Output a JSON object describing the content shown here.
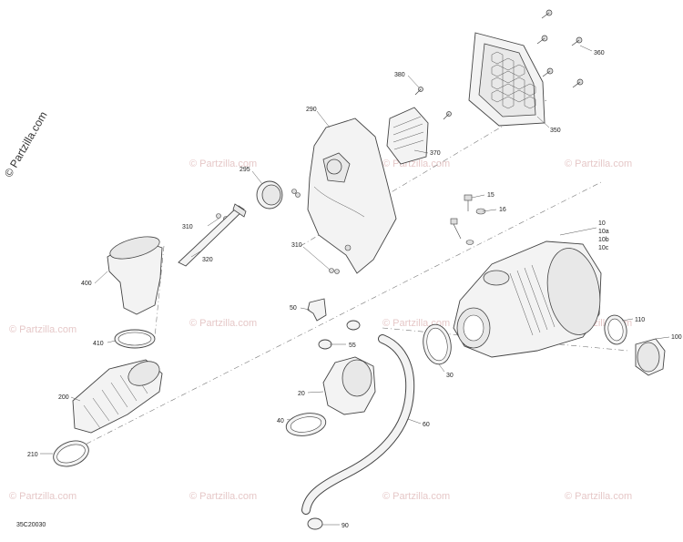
{
  "watermark_text": "© Partzilla.com",
  "side_watermark": "© Partzilla.com",
  "diagram_code": "35C20030",
  "callouts": [
    "360",
    "380",
    "350",
    "290",
    "370",
    "295",
    "310",
    "320",
    "310",
    "15",
    "16",
    "10",
    "10a",
    "10b",
    "10c",
    "400",
    "50",
    "55",
    "410",
    "110",
    "100",
    "200",
    "20",
    "30",
    "40",
    "60",
    "210",
    "90"
  ]
}
